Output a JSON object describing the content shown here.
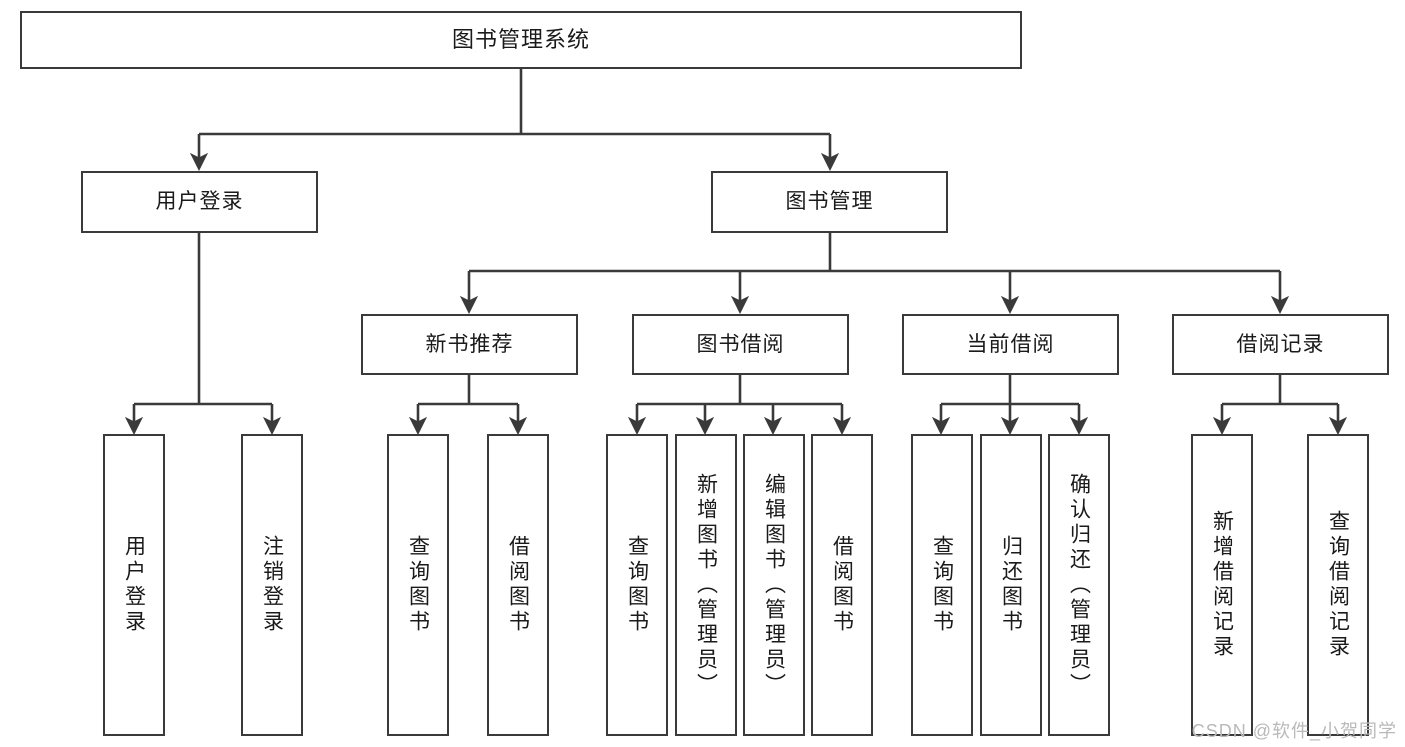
{
  "diagram": {
    "title": "图书管理系统",
    "type": "tree",
    "watermark": "CSDN @软件_小贺同学",
    "colors": {
      "stroke": "#3a3a3a",
      "fill": "#ffffff",
      "text": "#1a1a1a",
      "watermark": "#b9b9b9"
    },
    "root": {
      "label": "图书管理系统"
    },
    "level1": [
      {
        "label": "用户登录"
      },
      {
        "label": "图书管理"
      }
    ],
    "level2": [
      {
        "label": "新书推荐"
      },
      {
        "label": "图书借阅"
      },
      {
        "label": "当前借阅"
      },
      {
        "label": "借阅记录"
      }
    ],
    "leaves": {
      "user_login": [
        {
          "label": "用户登录"
        },
        {
          "label": "注销登录"
        }
      ],
      "new_book": [
        {
          "label": "查询图书"
        },
        {
          "label": "借阅图书"
        }
      ],
      "book_borrow": [
        {
          "label": "查询图书"
        },
        {
          "label": "新增图书（管理员）"
        },
        {
          "label": "编辑图书（管理员）"
        },
        {
          "label": "借阅图书"
        }
      ],
      "current_borrow": [
        {
          "label": "查询图书"
        },
        {
          "label": "归还图书"
        },
        {
          "label": "确认归还（管理员）"
        }
      ],
      "borrow_record": [
        {
          "label": "新增借阅记录"
        },
        {
          "label": "查询借阅记录"
        }
      ]
    }
  }
}
